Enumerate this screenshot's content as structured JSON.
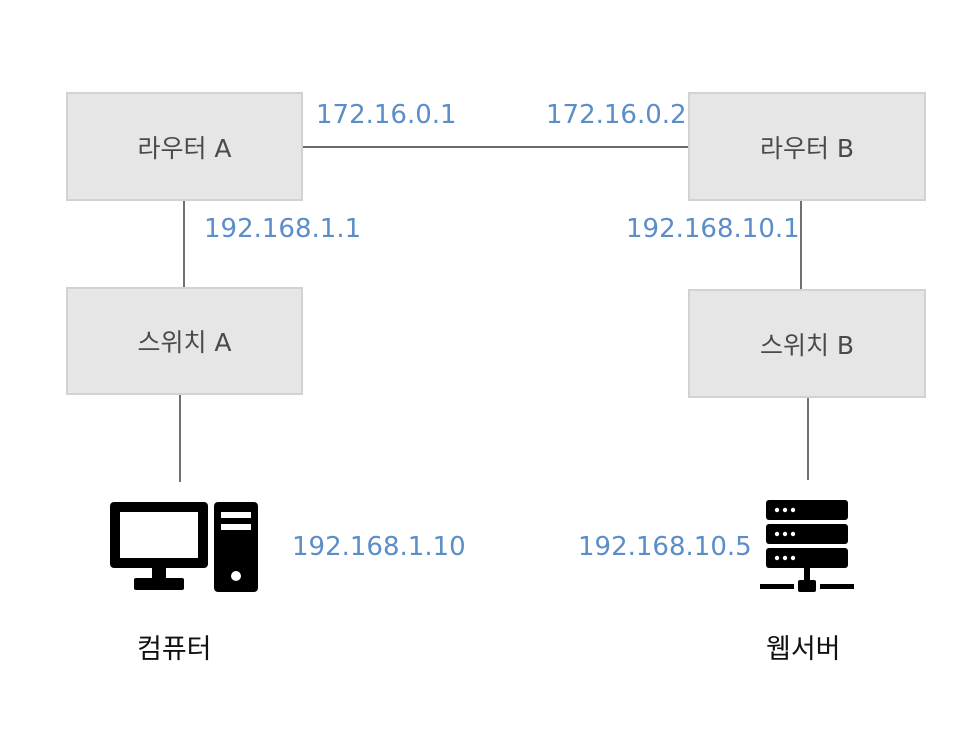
{
  "nodes": {
    "router_a": "라우터 A",
    "router_b": "라우터 B",
    "switch_a": "스위치 A",
    "switch_b": "스위치 B"
  },
  "ips": {
    "router_a_wan": "172.16.0.1",
    "router_b_wan": "172.16.0.2",
    "router_a_lan": "192.168.1.1",
    "router_b_lan": "192.168.10.1",
    "computer": "192.168.1.10",
    "webserver": "192.168.10.5"
  },
  "devices": {
    "computer_label": "컴퓨터",
    "computer_icon": "desktop-computer-icon",
    "webserver_label": "웹서버",
    "webserver_icon": "server-rack-icon"
  },
  "colors": {
    "ip_text": "#5b8ec8",
    "box_fill": "#e6e6e6",
    "box_border": "#d2d2d2"
  }
}
